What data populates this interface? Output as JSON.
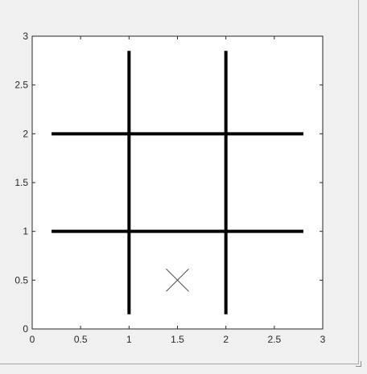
{
  "figure": {
    "background": "#f0f0f0",
    "axes_background": "#ffffff",
    "axis_color": "#262626"
  },
  "axes": {
    "xlim": [
      0,
      3
    ],
    "ylim": [
      0,
      3
    ],
    "xticks": [
      "0",
      "0.5",
      "1",
      "1.5",
      "2",
      "2.5",
      "3"
    ],
    "yticks": [
      "0",
      "0.5",
      "1",
      "1.5",
      "2",
      "2.5",
      "3"
    ],
    "grid": false,
    "box": true
  },
  "game": {
    "name": "tic-tac-toe",
    "board_lines": {
      "vertical": [
        {
          "x": 1,
          "y_from": 0.15,
          "y_to": 2.85
        },
        {
          "x": 2,
          "y_from": 0.15,
          "y_to": 2.85
        }
      ],
      "horizontal": [
        {
          "y": 1,
          "x_from": 0.2,
          "x_to": 2.8
        },
        {
          "y": 2,
          "x_from": 0.2,
          "x_to": 2.8
        }
      ],
      "color": "#000000"
    },
    "moves": [
      {
        "mark": "X",
        "x": 1.5,
        "y": 0.5,
        "color": "#404040"
      }
    ]
  }
}
